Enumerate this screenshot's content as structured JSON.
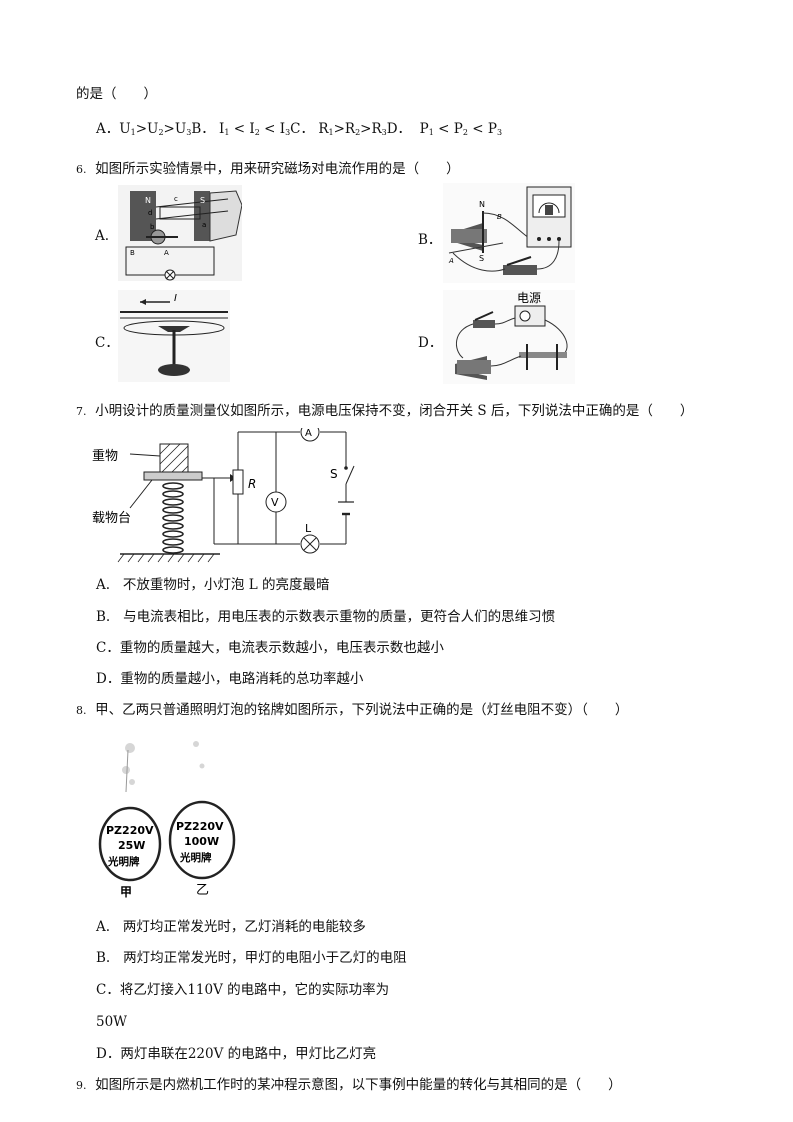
{
  "q5": {
    "tail": "的是（　　）",
    "opt_a_prefix": "A．",
    "opt_b_prefix": "B．",
    "opt_c_prefix": "C．",
    "opt_d_prefix": "D．",
    "U": "U",
    "I": "I",
    "R": "R",
    "P": "P",
    "gt": ">",
    "lt": "<",
    "s1": "1",
    "s2": "2",
    "s3": "3"
  },
  "q6": {
    "num": "6.",
    "stem": "如图所示实验情景中，用来研究磁场对电流作用的是（　　）",
    "labels": [
      "A.",
      "B．",
      "C．",
      "D．"
    ],
    "figA": {
      "n": "N",
      "s": "S",
      "a": "a",
      "b": "b",
      "c": "c",
      "d": "d",
      "A": "A",
      "B": "B"
    },
    "figB": {
      "n": "N",
      "s": "S",
      "a": "A",
      "b": "B"
    },
    "figC": {
      "i": "I"
    },
    "figD": {
      "power": "电源"
    }
  },
  "q7": {
    "num": "7.",
    "stem": "小明设计的质量测量仪如图所示，电源电压保持不变，闭合开关 S 后，下列说法中正确的是（　　）",
    "fig": {
      "weight": "重物",
      "platform": "载物台",
      "r": "R",
      "a": "A",
      "v": "V",
      "s": "S",
      "l": "L"
    },
    "options": [
      {
        "label": "A.",
        "text": "不放重物时，小灯泡 L 的亮度最暗"
      },
      {
        "label": "B.",
        "text": "与电流表相比，用电压表的示数表示重物的质量，更符合人们的思维习惯"
      },
      {
        "label": "C．",
        "text": "重物的质量越大，电流表示数越小，电压表示数也越小"
      },
      {
        "label": "D．",
        "text": "重物的质量越小，电路消耗的总功率越小"
      }
    ]
  },
  "q8": {
    "num": "8.",
    "stem": "甲、乙两只普通照明灯泡的铭牌如图所示，下列说法中正确的是（灯丝电阻不变）（　　）",
    "bulb1": {
      "line1": "PZ220V",
      "line2": "25W",
      "line3": "光明牌",
      "name": "甲"
    },
    "bulb2": {
      "line1": "PZ220V",
      "line2": "100W",
      "line3": "光明牌",
      "name": "乙"
    },
    "options": [
      {
        "label": "A.",
        "text": "两灯均正常发光时，乙灯消耗的电能较多"
      },
      {
        "label": "B.",
        "text": "两灯均正常发光时，甲灯的电阻小于乙灯的电阻"
      },
      {
        "label": "C．",
        "text": "将乙灯接入110V 的电路中，它的实际功率为"
      },
      {
        "label": "",
        "text": "50W"
      },
      {
        "label": "D．",
        "text": "两灯串联在220V 的电路中，甲灯比乙灯亮"
      }
    ]
  },
  "q9": {
    "num": "9.",
    "stem": "如图所示是内燃机工作时的某冲程示意图，以下事例中能量的转化与其相同的是（　　）"
  }
}
